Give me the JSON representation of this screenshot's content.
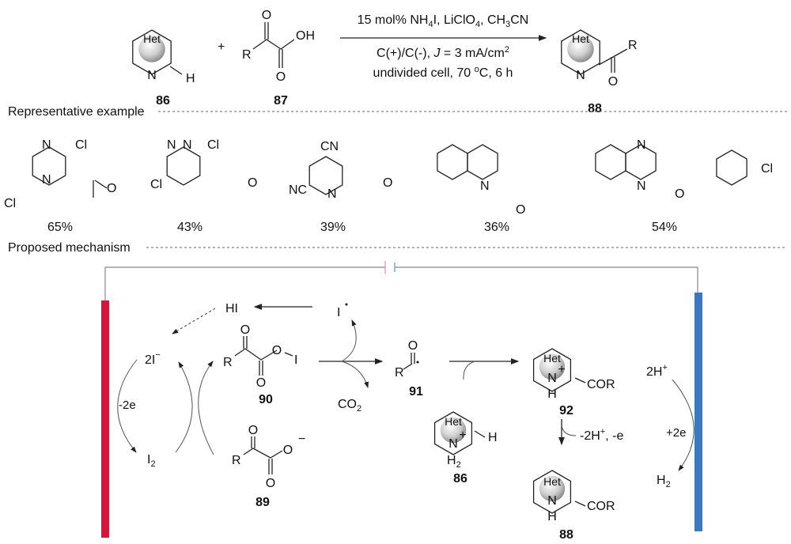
{
  "scheme": {
    "reactants": {
      "het": "Het",
      "n": "N",
      "h": "H",
      "label_86": "86",
      "plus": "+",
      "r": "R",
      "o": "O",
      "oh": "OH",
      "label_87": "87"
    },
    "conditions": {
      "line1": [
        "15 mol% NH",
        "4",
        "I, LiClO",
        "4",
        ", CH",
        "3",
        "CN"
      ],
      "line2": [
        "C(+)/C(-), ",
        "J",
        " = 3 mA/cm",
        "2"
      ],
      "line3": [
        "undivided cell, 70 ",
        "o",
        "C, 6 h"
      ]
    },
    "product": {
      "het": "Het",
      "n": "N",
      "r": "R",
      "o": "O",
      "label_88": "88"
    }
  },
  "examples": {
    "heading": "Representative example",
    "atoms": {
      "n": "N",
      "cl": "Cl",
      "o": "O",
      "cn": "CN",
      "nc": "NC"
    },
    "yields": [
      "65%",
      "43%",
      "39%",
      "36%",
      "54%"
    ]
  },
  "mechanism": {
    "heading": "Proposed mechanism",
    "hi": "HI",
    "i_radical": "I",
    "two_i_minus": "2I",
    "minus_sign": "−",
    "minus_2e": "-2e",
    "i2": [
      "I",
      "2"
    ],
    "co2": [
      "CO",
      "2"
    ],
    "r": "R",
    "o": "O",
    "i": "I",
    "label_89": "89",
    "label_90": "90",
    "label_91": "91",
    "label_86": "86",
    "label_92": "92",
    "label_88": "88",
    "het": "Het",
    "n": "N",
    "h": "H",
    "h2": [
      "H",
      "2"
    ],
    "cor": "COR",
    "plus": "+",
    "deprot": [
      "-2H",
      "+",
      ", -e"
    ],
    "two_h_plus": [
      "2H",
      "+"
    ],
    "plus_2e": "+2e",
    "h2_gas": [
      "H",
      "2"
    ],
    "anode_color": "#d4163c",
    "cathode_color": "#3a78bf"
  }
}
